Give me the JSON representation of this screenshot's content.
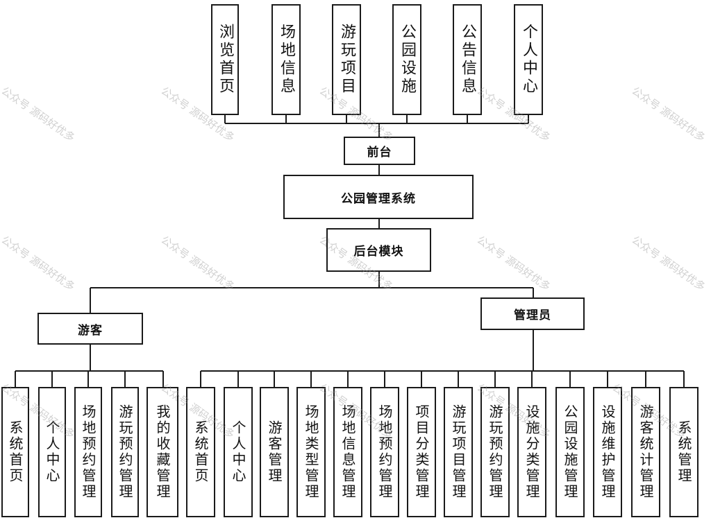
{
  "front": {
    "items": [
      "浏览首页",
      "场地信息",
      "游玩项目",
      "公园设施",
      "公告信息",
      "个人中心"
    ],
    "label": "前台"
  },
  "system": {
    "label": "公园管理系统"
  },
  "backend": {
    "label": "后台模块"
  },
  "visitor": {
    "label": "游客",
    "items": [
      "系统首页",
      "个人中心",
      "场地预约管理",
      "游玩预约管理",
      "我的收藏管理"
    ]
  },
  "admin": {
    "label": "管理员",
    "items": [
      "系统首页",
      "个人中心",
      "游客管理",
      "场地类型管理",
      "场地信息管理",
      "场地预约管理",
      "项目分类管理",
      "游玩项目管理",
      "游玩预约管理",
      "设施分类管理",
      "公园设施管理",
      "设施维护管理",
      "游客统计管理",
      "系统管理"
    ]
  },
  "watermark": "公众号 源码好优多"
}
